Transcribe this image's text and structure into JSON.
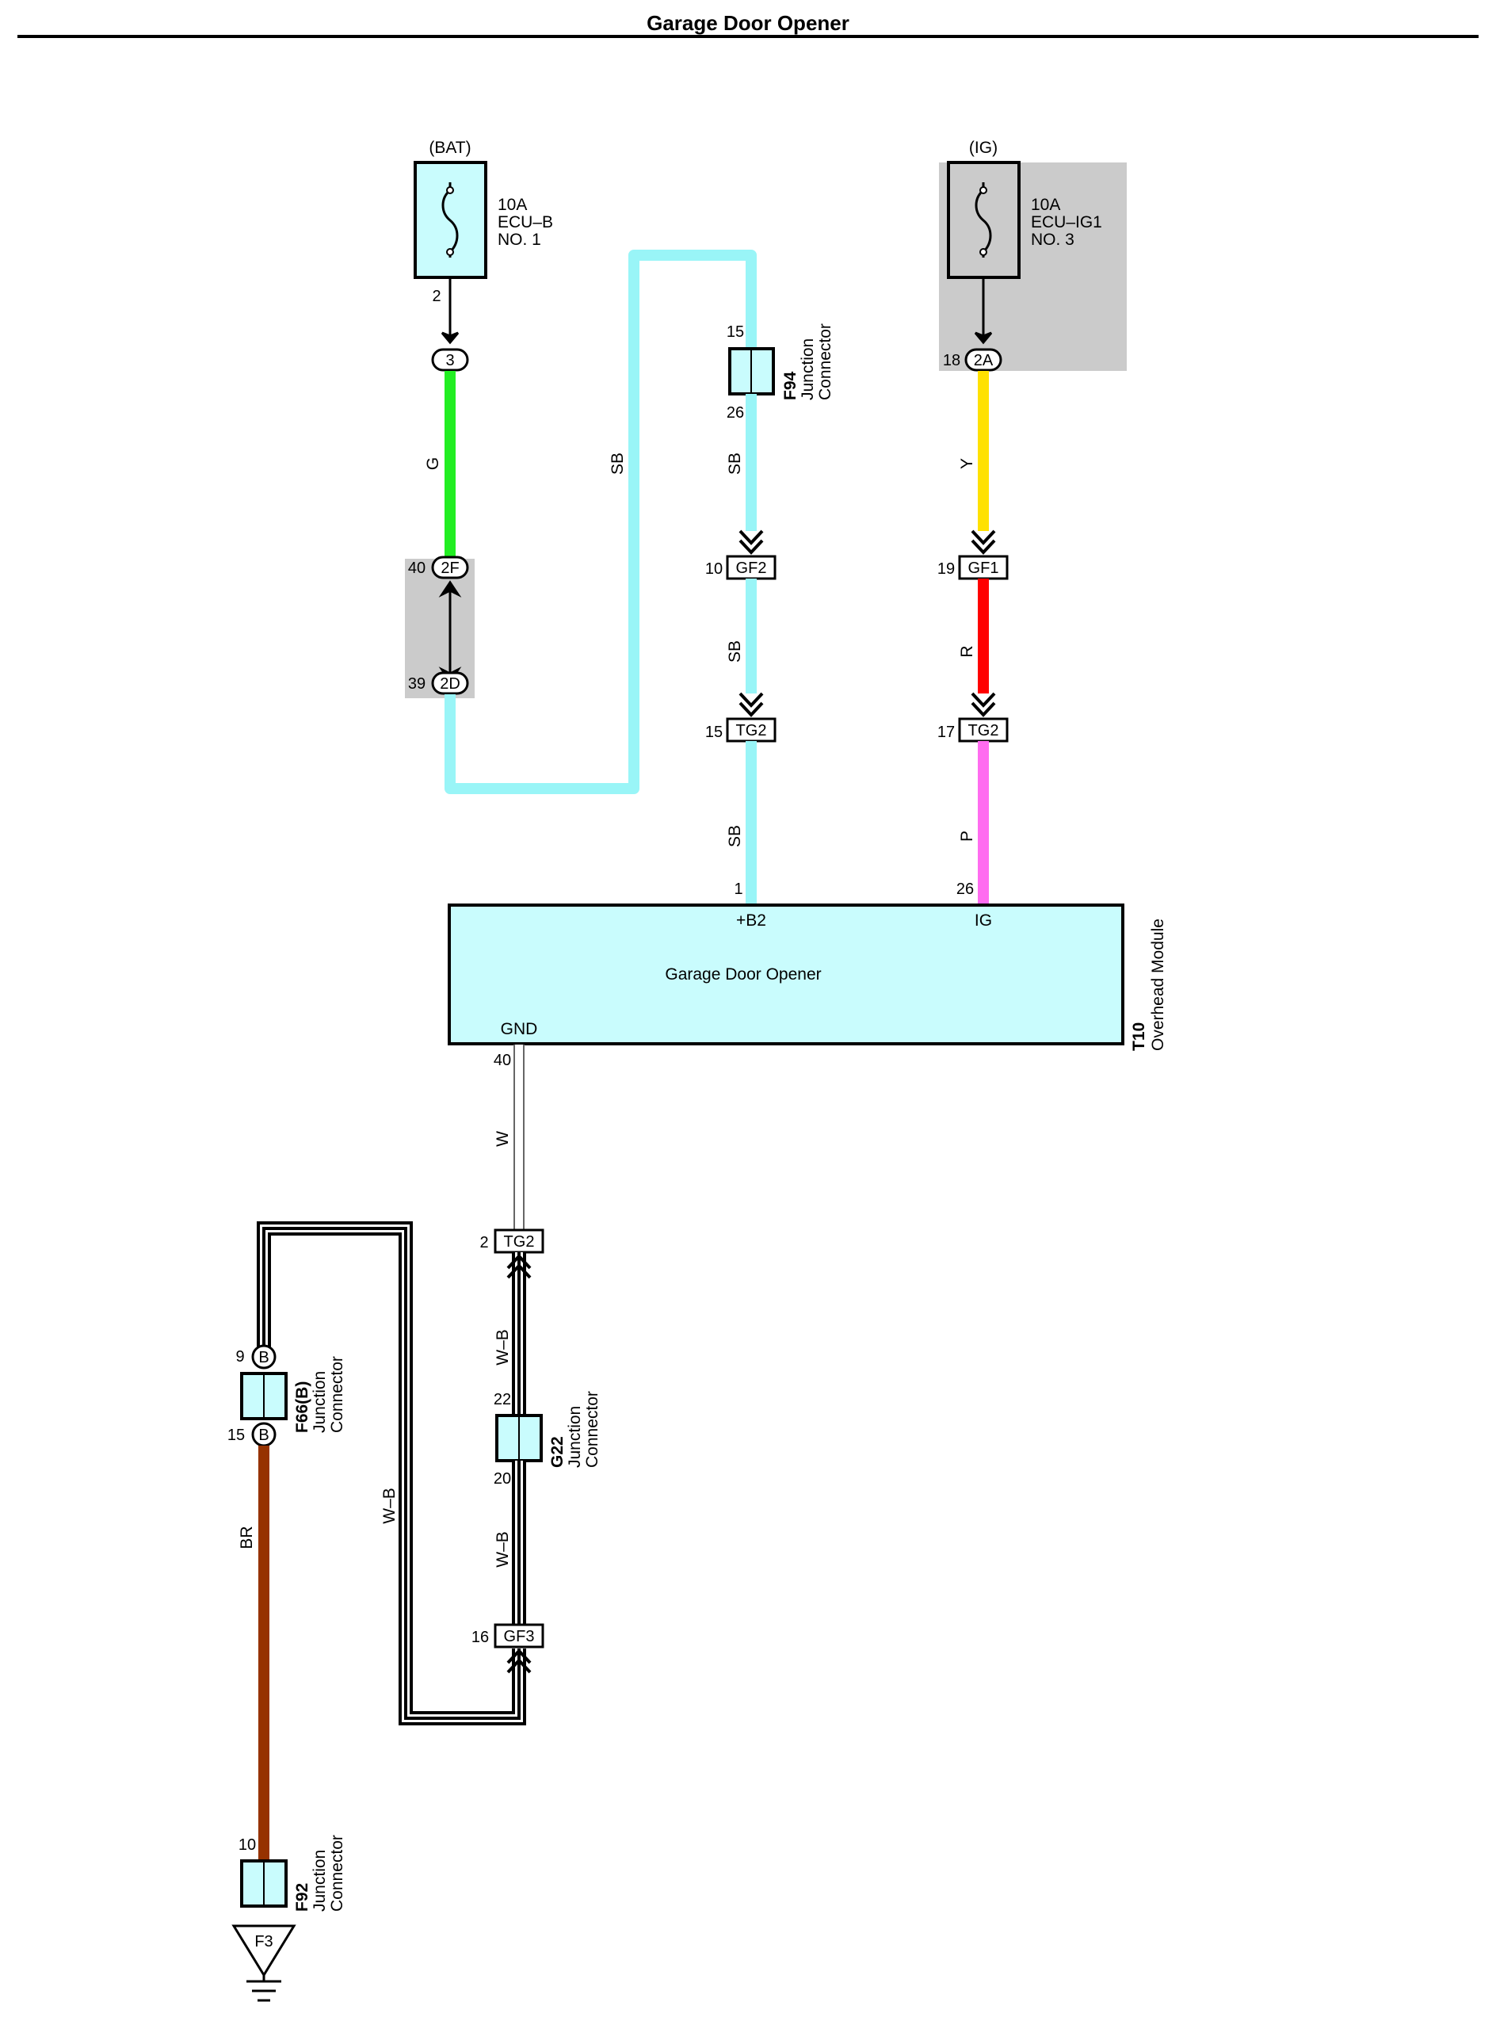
{
  "title": "Garage Door Opener",
  "colors": {
    "G": "#22ee22",
    "SB": "#99f5f7",
    "Y": "#ffe100",
    "R": "#ff0000",
    "P": "#ff6cf0",
    "BR": "#963200",
    "W": "#ffffff",
    "component_fill": "#c9fcfd",
    "shade": "#cbcbcb"
  },
  "fuses": {
    "bat": {
      "source": "(BAT)",
      "rating": "10A",
      "line1": "ECU–B",
      "line2": "NO. 1",
      "pin": "2"
    },
    "ig": {
      "source": "(IG)",
      "rating": "10A",
      "line1": "ECU–IG1",
      "line2": "NO. 3"
    }
  },
  "connectors": {
    "c3": {
      "code": "3"
    },
    "c2f": {
      "code": "2F",
      "pin": "40"
    },
    "c2d": {
      "code": "2D",
      "pin": "39"
    },
    "c2a": {
      "code": "2A",
      "pin": "18"
    },
    "gf2": {
      "code": "GF2",
      "pin": "10"
    },
    "gf1": {
      "code": "GF1",
      "pin": "19"
    },
    "tg2_sb": {
      "code": "TG2",
      "pin": "15"
    },
    "tg2_p": {
      "code": "TG2",
      "pin": "17"
    },
    "tg2_w": {
      "code": "TG2",
      "pin": "2"
    },
    "gf3": {
      "code": "GF3",
      "pin": "16"
    },
    "f66_top": {
      "code": "B",
      "pin": "9"
    },
    "f66_bottom": {
      "code": "B",
      "pin": "15"
    },
    "f3": {
      "code": "F3"
    }
  },
  "junctions": {
    "f94": {
      "id": "F94",
      "line1": "Junction",
      "line2": "Connector",
      "pin_top": "15",
      "pin_bottom": "26"
    },
    "f66": {
      "id": "F66(B)",
      "line1": "Junction",
      "line2": "Connector"
    },
    "g22": {
      "id": "G22",
      "line1": "Junction",
      "line2": "Connector",
      "pin_top": "22",
      "pin_bottom": "20"
    },
    "f92": {
      "id": "F92",
      "line1": "Junction",
      "line2": "Connector",
      "pin_top": "10"
    }
  },
  "wires": {
    "g": "G",
    "sb_loop": "SB",
    "sb1": "SB",
    "sb2": "SB",
    "sb3": "SB",
    "y": "Y",
    "r": "R",
    "p": "P",
    "w": "W",
    "wb1": "W–B",
    "wb2": "W–B",
    "wb_loop": "W–B",
    "br": "BR"
  },
  "module": {
    "name": "Garage Door Opener",
    "id": "T10",
    "desc": "Overhead Module",
    "pin_b2": "1",
    "term_b2": "+B2",
    "pin_ig": "26",
    "term_ig": "IG",
    "pin_gnd": "40",
    "term_gnd": "GND"
  }
}
